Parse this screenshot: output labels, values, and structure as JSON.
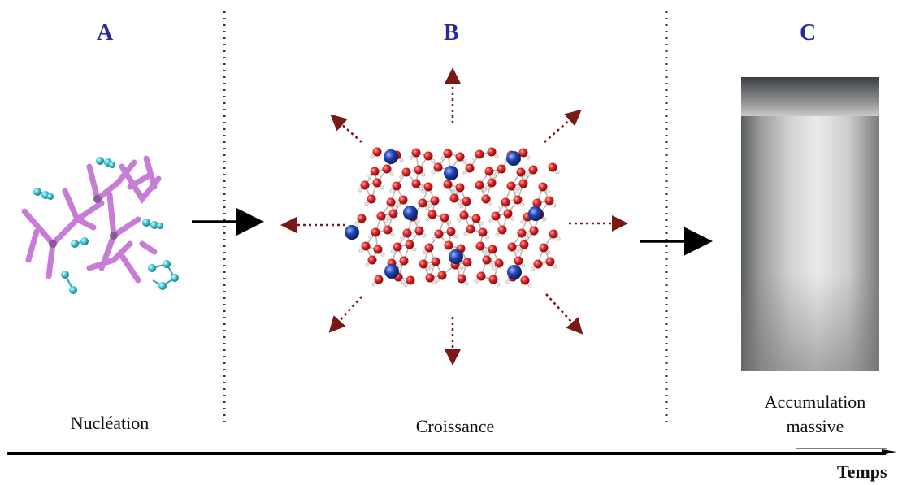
{
  "stages": [
    {
      "id": "A",
      "caption": "Nucléation"
    },
    {
      "id": "B",
      "caption": "Croissance"
    },
    {
      "id": "C",
      "caption": "Accumulation massive"
    }
  ],
  "caption_c_line1": "Accumulation",
  "caption_c_line2": "massive",
  "time_axis_label": "Temps",
  "colors": {
    "stage_label": "#2a2aa0",
    "polymer": "#c77dd6",
    "gas_molecule": "#3fc6d6",
    "oxygen_atom": "#d81e1e",
    "guest_atom": "#1e3fa8",
    "dotted_divider": "#5a2010",
    "growth_arrow": "#7a1818"
  }
}
